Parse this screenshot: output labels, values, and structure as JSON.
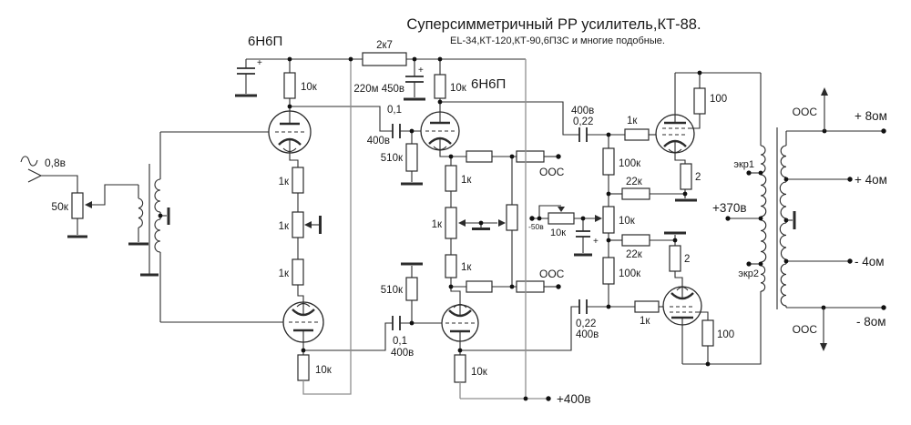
{
  "title": "Суперсимметричный PP усилитель,КТ-88.",
  "subtitle": "EL-34,КТ-120,КТ-90,6П3С и многие подобные.",
  "colors": {
    "ink": "#2b2b2b",
    "supply_wire": "#8f8f8f",
    "background": "#ffffff"
  },
  "input": {
    "signal_level": "0,8в",
    "volume_pot": "50к"
  },
  "stage1": {
    "tube_type": "6Н6П",
    "anode_res_top": "10к",
    "anode_res_bottom": "10к",
    "cathode_res_top": "1к",
    "cathode_balance_pot": "1к",
    "cathode_res_bottom": "1к"
  },
  "stage2": {
    "tube_type": "6Н6П",
    "anode_res_top": "10к",
    "anode_res_bottom": "10к",
    "cathode_res_top": "1к",
    "cathode_balance_pot": "1к",
    "cathode_res_bottom": "1к",
    "feedback_top": "ООС",
    "feedback_bottom": "ООС"
  },
  "supply": {
    "filter_cap_plus_left": "+",
    "filter_res": "2к7",
    "filter_cap": "220м 450в",
    "filter_cap_plus_right": "+",
    "main_rail": "+400в",
    "ot_center_tap": "+370в"
  },
  "interstage": {
    "cap_top_value": "0,1",
    "cap_top_voltage": "400в",
    "grid_res_top": "510к",
    "cap_bottom_value": "0,1",
    "cap_bottom_voltage": "400в",
    "grid_res_bottom": "510к"
  },
  "output_coupling": {
    "cap_top_voltage": "400в",
    "cap_top_value": "0,22",
    "grid_stopper_top": "1к",
    "cap_bottom_value": "0,22",
    "cap_bottom_voltage": "400в",
    "grid_stopper_bottom": "1к"
  },
  "bias": {
    "supply_voltage": "-50в",
    "adjust_pot": "10к",
    "cap_plus": "+",
    "balance_pot": "10к",
    "grid_res_top": "100к",
    "grid_res_bottom": "100к",
    "feedback_res_top": "22к",
    "feedback_res_bottom": "22к"
  },
  "output_stage": {
    "cathode_res_top": "2",
    "cathode_res_bottom": "2",
    "screen_res_top": "100",
    "screen_res_bottom": "100"
  },
  "output_transformer": {
    "screen_tap_1": "экр1",
    "screen_tap_2": "экр2",
    "feedback_label_top": "ООС",
    "feedback_label_bottom": "ООС",
    "tap_plus_8ohm": "+ 8ом",
    "tap_plus_4ohm": "+ 4ом",
    "tap_minus_4ohm": "- 4ом",
    "tap_minus_8ohm": "- 8ом"
  }
}
